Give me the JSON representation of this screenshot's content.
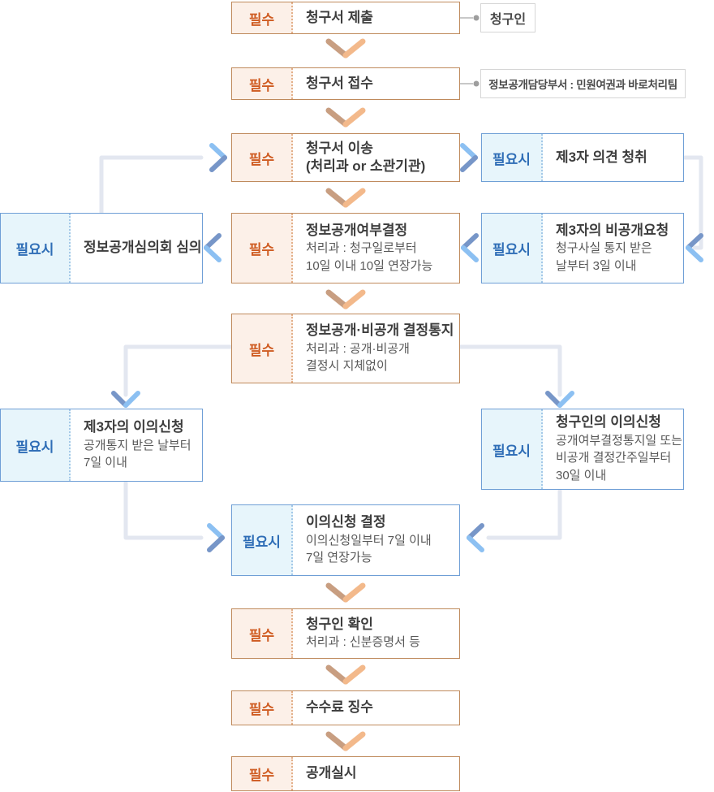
{
  "nodes": {
    "submit": {
      "badge": "필수",
      "title": "청구서 제출"
    },
    "receive": {
      "badge": "필수",
      "title": "청구서 접수"
    },
    "transfer": {
      "badge": "필수",
      "title": "청구서 이송",
      "title2": "(처리과 or 소관기관)"
    },
    "opinion": {
      "badge": "필요시",
      "title": "제3자 의견 청취"
    },
    "decision": {
      "badge": "필수",
      "title": "정보공개여부결정",
      "sub1": "처리과 : 청구일로부터",
      "sub2": "10일 이내 10일 연장가능"
    },
    "committee": {
      "badge": "필요시",
      "title": "정보공개심의회 심의"
    },
    "nondisclosure": {
      "badge": "필요시",
      "title": "제3자의 비공개요청",
      "sub1": "청구사실 통지 받은",
      "sub2": "날부터 3일 이내"
    },
    "notice": {
      "badge": "필수",
      "title": "정보공개·비공개 결정통지",
      "sub1": "처리과 : 공개·비공개",
      "sub2": "결정시 지체없이"
    },
    "third_objection": {
      "badge": "필요시",
      "title": "제3자의 이의신청",
      "sub1": "공개통지 받은 날부터",
      "sub2": "7일 이내"
    },
    "requester_objection": {
      "badge": "필요시",
      "title": "청구인의 이의신청",
      "sub1": "공개여부결정통지일 또는",
      "sub2": "비공개 결정간주일부터",
      "sub3": "30일 이내"
    },
    "objection_decision": {
      "badge": "필요시",
      "title": "이의신청 결정",
      "sub1": "이의신청일부터 7일 이내",
      "sub2": "7일 연장가능"
    },
    "verify": {
      "badge": "필수",
      "title": "청구인 확인",
      "sub1": "처리과 : 신분증명서 등"
    },
    "fee": {
      "badge": "필수",
      "title": "수수료 징수"
    },
    "disclose": {
      "badge": "필수",
      "title": "공개실시"
    }
  },
  "notes": {
    "requester": "청구인",
    "dept": "정보공개담당부서 : 민원여권과 바로처리팀"
  },
  "colors": {
    "required_accent": "#cf5c22",
    "required_border": "#bf8a5c",
    "required_label_bg": "#fcf0e8",
    "optional_accent": "#2e6db6",
    "optional_border": "#6f9fd6",
    "optional_label_bg": "#e7f5fb",
    "connector_gray": "#e3e7f0",
    "arrow_blue_dark": "#7796c8",
    "arrow_blue_light": "#8cc0f2",
    "arrow_orange_dark": "#c89e81",
    "arrow_orange_light": "#f3b98b",
    "note_border": "#d6d6d6"
  }
}
